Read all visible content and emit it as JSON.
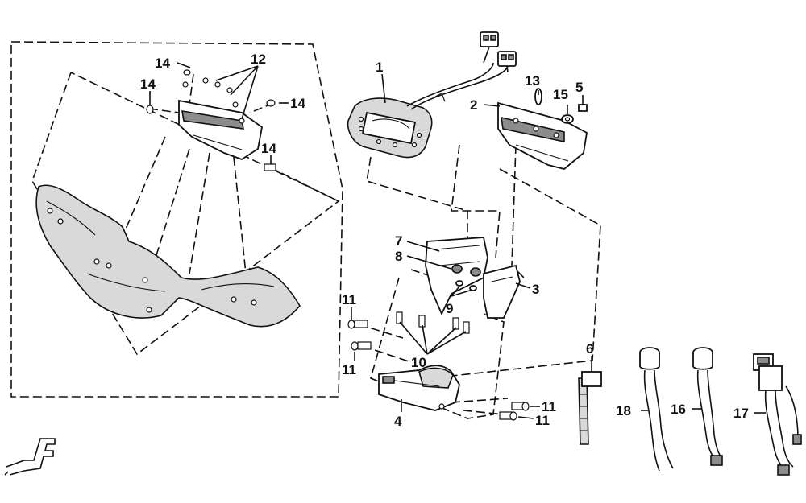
{
  "diagram": {
    "parts": [
      {
        "id": "p1",
        "label": "1",
        "name": "meter"
      },
      {
        "id": "p2",
        "label": "2",
        "name": "bracket-right"
      },
      {
        "id": "p3",
        "label": "3",
        "name": "bracket-lower-right"
      },
      {
        "id": "p4",
        "label": "4",
        "name": "lower-bracket"
      },
      {
        "id": "p5",
        "label": "5",
        "name": "bolt"
      },
      {
        "id": "p6",
        "label": "6",
        "name": "band"
      },
      {
        "id": "p7",
        "label": "7",
        "name": "stay"
      },
      {
        "id": "p8",
        "label": "8",
        "name": "grommet"
      },
      {
        "id": "p9",
        "label": "9",
        "name": "collar"
      },
      {
        "id": "p10",
        "label": "10",
        "name": "screw"
      },
      {
        "id": "p11",
        "label": "11",
        "name": "bolt"
      },
      {
        "id": "p12",
        "label": "12",
        "name": "screw"
      },
      {
        "id": "p13",
        "label": "13",
        "name": "ring"
      },
      {
        "id": "p14",
        "label": "14",
        "name": "screw"
      },
      {
        "id": "p15",
        "label": "15",
        "name": "washer"
      },
      {
        "id": "p16",
        "label": "16",
        "name": "switch-harness"
      },
      {
        "id": "p17",
        "label": "17",
        "name": "ignition-switch-harness"
      },
      {
        "id": "p18",
        "label": "18",
        "name": "switch-harness"
      }
    ],
    "callouts": {
      "c1": "1",
      "c2": "2",
      "c3": "3",
      "c4": "4",
      "c5": "5",
      "c6": "6",
      "c7": "7",
      "c8": "8",
      "c9": "9",
      "c10": "10",
      "c11a": "11",
      "c11b": "11",
      "c11c": "11",
      "c11d": "11",
      "c12": "12",
      "c13": "13",
      "c14a": "14",
      "c14b": "14",
      "c14c": "14",
      "c14d": "14",
      "c15": "15",
      "c16": "16",
      "c17": "17",
      "c18": "18"
    },
    "front_mark": "F"
  }
}
